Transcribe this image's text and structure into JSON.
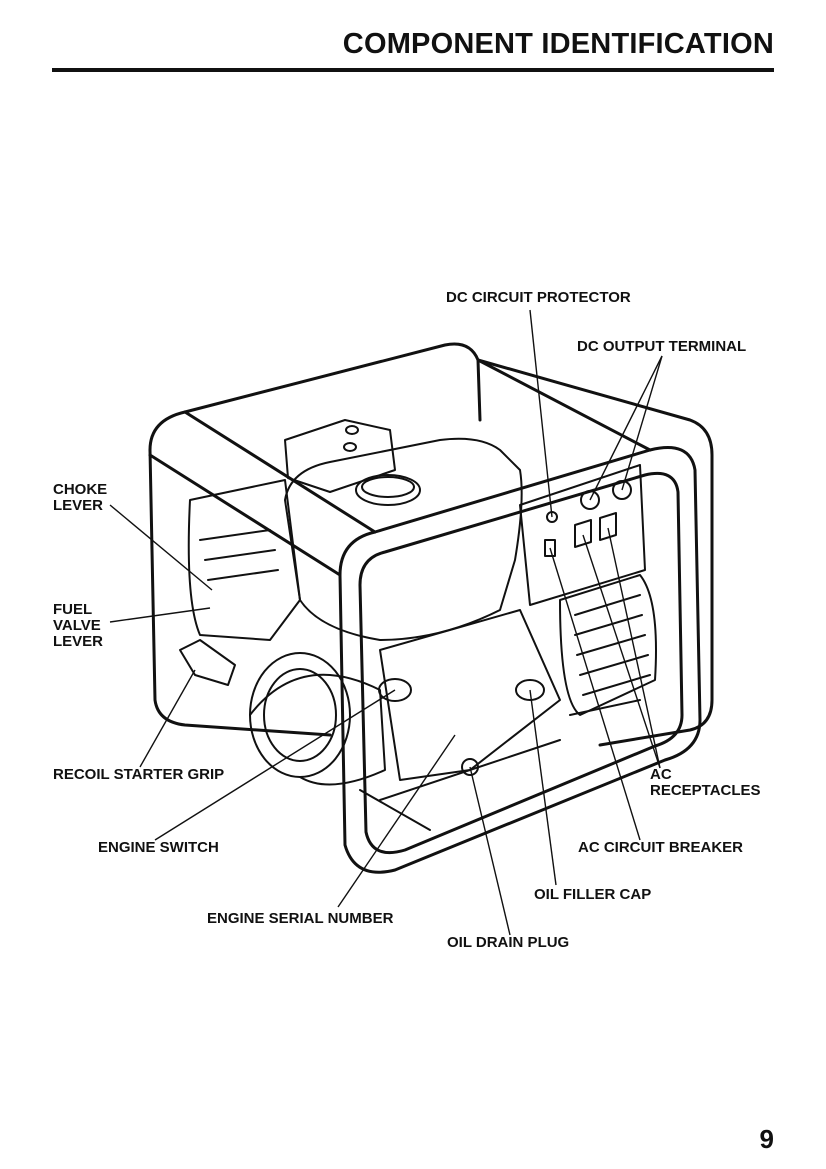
{
  "page": {
    "title": "COMPONENT IDENTIFICATION",
    "page_number": "9"
  },
  "labels": {
    "dc_circuit_protector": "DC CIRCUIT PROTECTOR",
    "dc_output_terminal": "DC OUTPUT TERMINAL",
    "choke_lever": "CHOKE\nLEVER",
    "fuel_valve_lever": "FUEL\nVALVE\nLEVER",
    "recoil_starter_grip": "RECOIL STARTER GRIP",
    "engine_switch": "ENGINE SWITCH",
    "engine_serial_number": "ENGINE SERIAL NUMBER",
    "oil_drain_plug": "OIL DRAIN PLUG",
    "oil_filler_cap": "OIL FILLER CAP",
    "ac_circuit_breaker": "AC CIRCUIT BREAKER",
    "ac_receptacles": "AC\nRECEPTACLES"
  }
}
